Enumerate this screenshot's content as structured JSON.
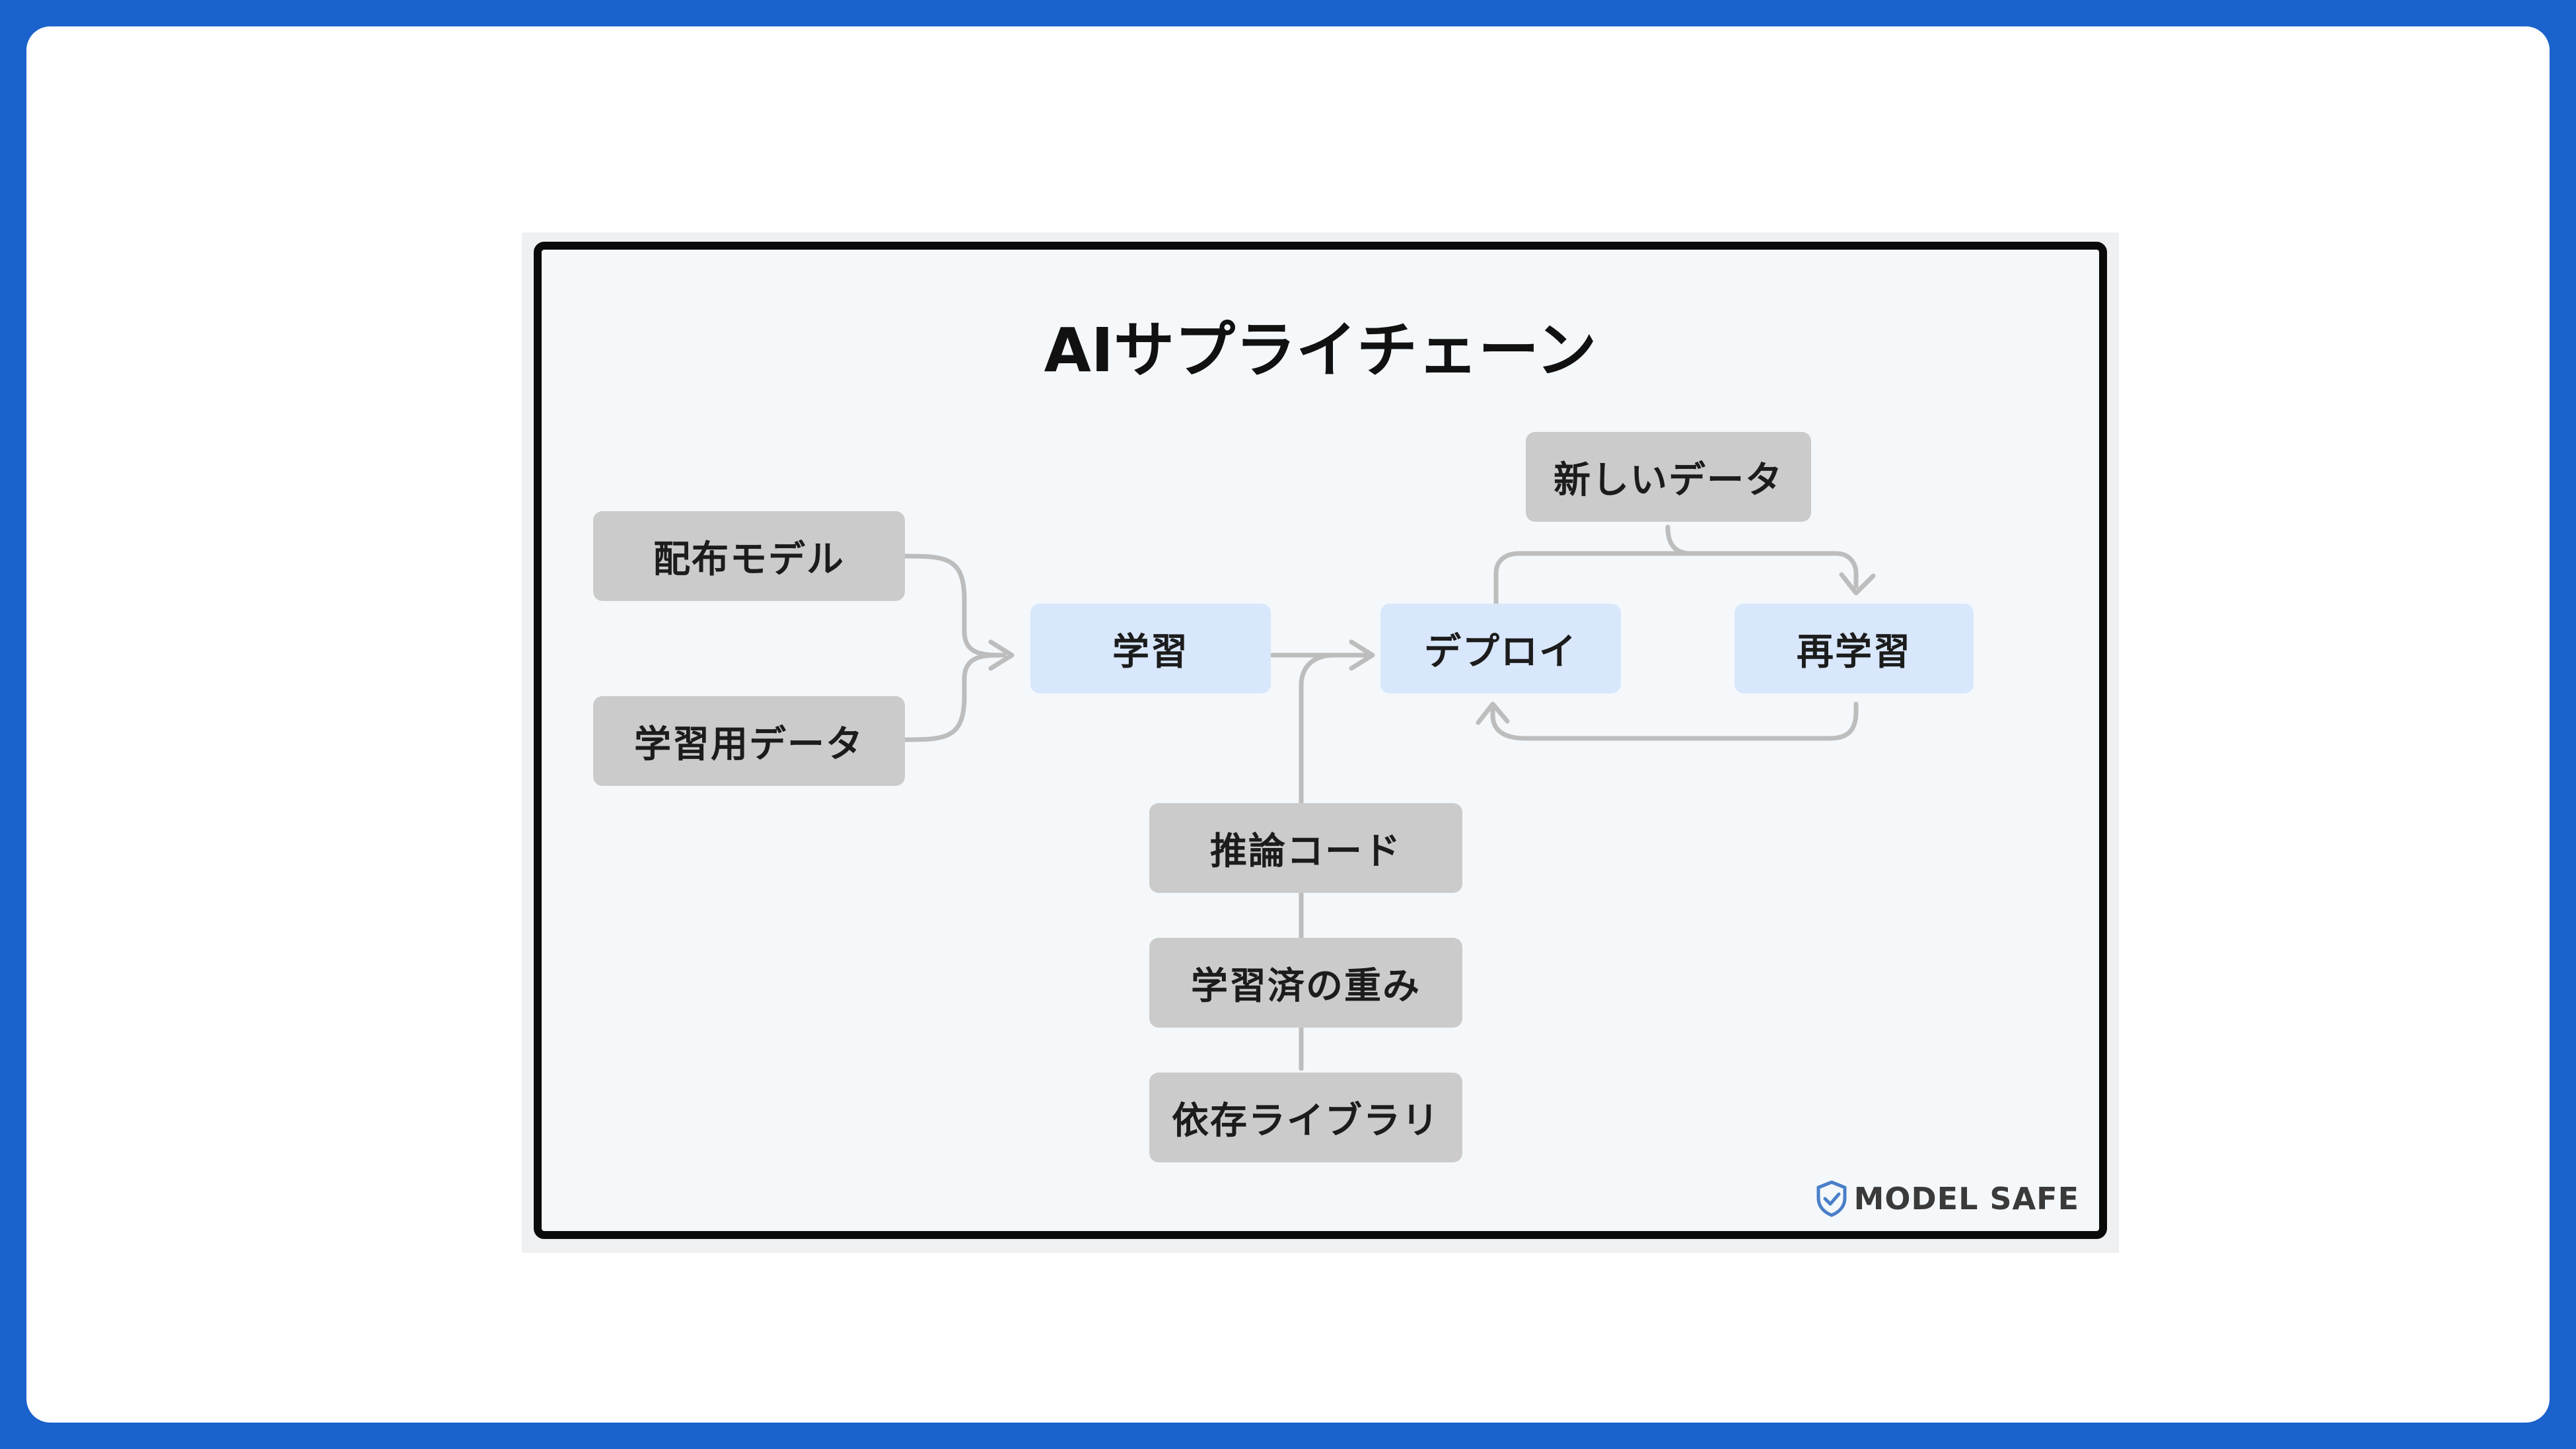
{
  "diagram": {
    "title": "AIサプライチェーン",
    "nodes": {
      "distributed_model": "配布モデル",
      "training_data": "学習用データ",
      "training": "学習",
      "deploy": "デプロイ",
      "new_data": "新しいデータ",
      "retraining": "再学習",
      "inference_code": "推論コード",
      "trained_weights": "学習済の重み",
      "dependency_library": "依存ライブラリ"
    },
    "brand": "MODEL SAFE",
    "colors": {
      "outer_border": "#1a62cc",
      "gray_node": "#cbcbcb",
      "blue_node": "#d8e7fb",
      "connector": "#bdbdbd"
    }
  }
}
